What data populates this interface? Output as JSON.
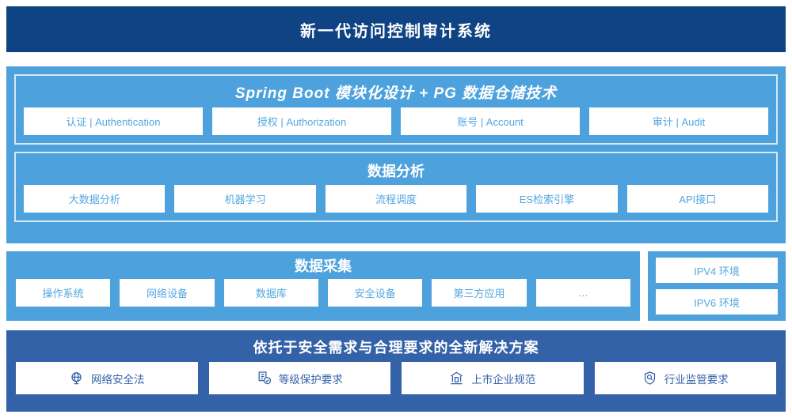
{
  "header": {
    "title": "新一代访问控制审计系统",
    "bg_color": "#104384"
  },
  "colors": {
    "light_blue": "#4da2dd",
    "dark_blue": "#104384",
    "medium_blue": "#3462a8",
    "chip_text": "#53a7e0",
    "inner_border": "#d5e9f7"
  },
  "sections": {
    "platform": {
      "title": "Spring Boot 模块化设计 + PG 数据仓储技术",
      "chips": [
        {
          "label": "认证 | Authentication"
        },
        {
          "label": "授权 | Authorization"
        },
        {
          "label": "账号 | Account"
        },
        {
          "label": "审计 | Audit"
        }
      ]
    },
    "analysis": {
      "title": "数据分析",
      "chips": [
        {
          "label": "大数据分析"
        },
        {
          "label": "机器学习"
        },
        {
          "label": "流程调度"
        },
        {
          "label": "ES检索引擎"
        },
        {
          "label": "API接口"
        }
      ]
    },
    "collection": {
      "title": "数据采集",
      "chips": [
        {
          "label": "操作系统"
        },
        {
          "label": "网络设备"
        },
        {
          "label": "数据库"
        },
        {
          "label": "安全设备"
        },
        {
          "label": "第三方应用"
        },
        {
          "label": "…"
        }
      ],
      "environments": [
        {
          "label": "IPV4 环境"
        },
        {
          "label": "IPV6 环境"
        }
      ]
    },
    "solution": {
      "title": "依托于安全需求与合理要求的全新解决方案",
      "chips": [
        {
          "label": "网络安全法",
          "icon": "globe-icon"
        },
        {
          "label": "等级保护要求",
          "icon": "document-check-icon"
        },
        {
          "label": "上市企业规范",
          "icon": "bank-icon"
        },
        {
          "label": "行业监管要求",
          "icon": "shield-search-icon"
        }
      ]
    }
  }
}
